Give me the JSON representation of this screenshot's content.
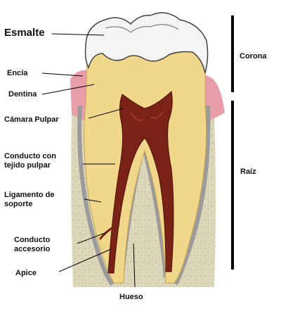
{
  "labels": {
    "enamel": "Esmalte",
    "gum": "Encía",
    "dentin": "Dentina",
    "pulp_chamber": "Cámara Pulpar",
    "canal": "Conducto con\ntejido pulpar",
    "ligament": "Ligamento de\nsoporte",
    "accessory_canal": "Conducto\naccesorio",
    "apex": "Apice",
    "bone": "Hueso",
    "crown": "Corona",
    "root": "Raíz"
  },
  "colors": {
    "enamel": "#f4f4f2",
    "dentin": "#f1d78b",
    "pulp": "#7a1f14",
    "gum": "#e8a0a8",
    "bone": "#d9d3b8",
    "ligament": "#9a9a9a",
    "bracket": "#000000"
  }
}
